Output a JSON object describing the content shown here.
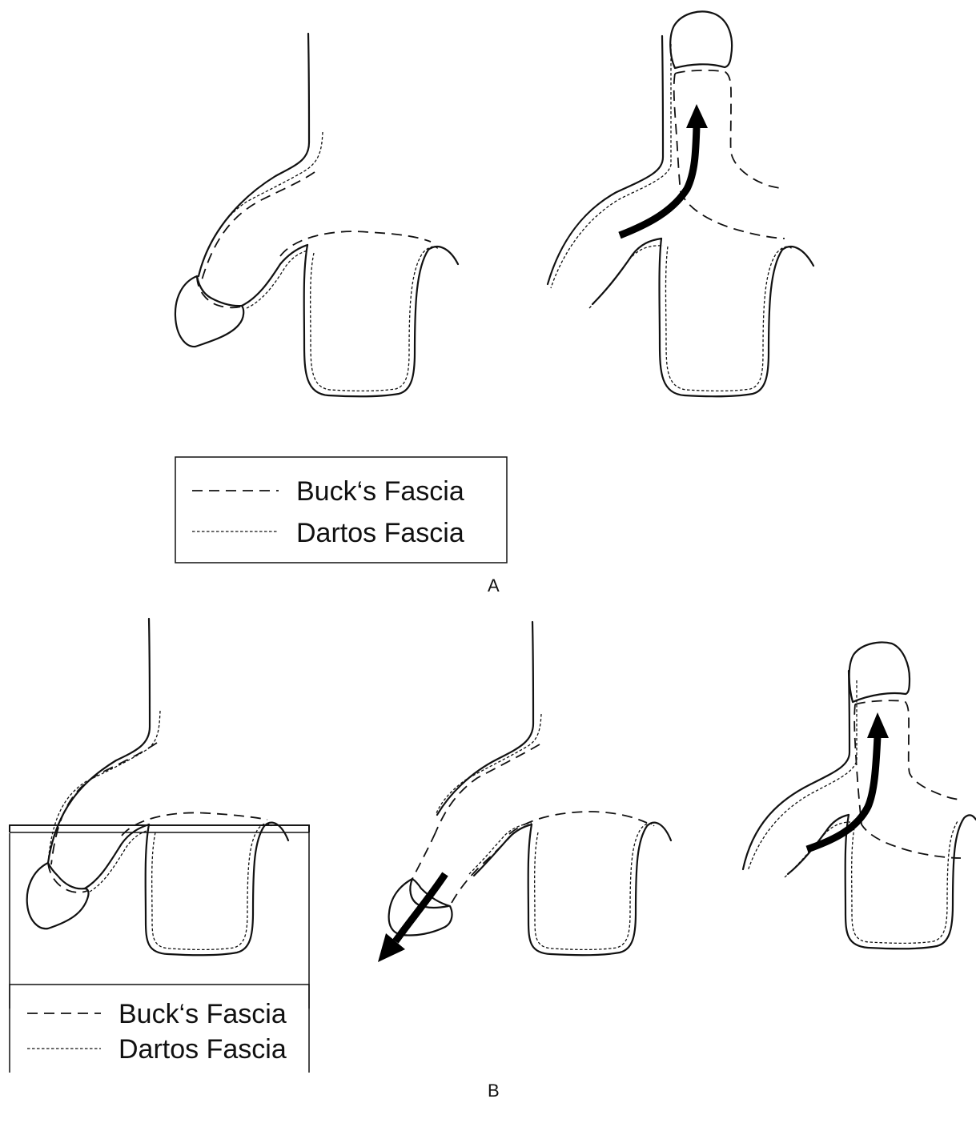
{
  "legend_a": {
    "bucks_label": "Buck‘s Fascia",
    "dartos_label": "Dartos Fascia"
  },
  "legend_b": {
    "bucks_label": "Buck‘s Fascia",
    "dartos_label": "Dartos Fascia"
  },
  "panel_labels": {
    "a": "A",
    "b": "B"
  }
}
